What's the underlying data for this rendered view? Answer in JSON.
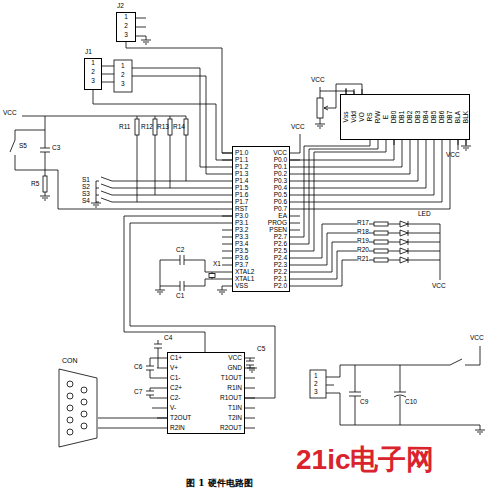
{
  "diagram": {
    "caption": "图 1 硬件电路图",
    "nodes": [
      {
        "text": [
          "J2",
          "1",
          "2",
          "3"
        ]
      },
      {
        "text": [
          "J1",
          "1",
          "2",
          "3"
        ]
      },
      {
        "text": [
          "P1.0",
          "P1.1",
          "P1.2",
          "P1.3",
          "P1.4",
          "P1.5",
          "P1.6",
          "P1.7",
          "RST",
          "P3.0",
          "P3.1",
          "P3.2",
          "P3.3",
          "P3.4",
          "P3.5",
          "P3.6",
          "P3.7",
          "XTAL2",
          "XTAL1",
          "VSS",
          "VCC",
          "P0.0",
          "P0.1",
          "P0.2",
          "P0.3",
          "P0.4",
          "P0.5",
          "P0.6",
          "P0.7",
          "EA",
          "PROG",
          "PSEN",
          "P2.7",
          "P2.6",
          "P2.5",
          "P2.4",
          "P2.3",
          "P2.2",
          "P2.1",
          "P2.0"
        ]
      },
      {
        "text": [
          "Vss",
          "Vdd",
          "VO",
          "RS",
          "R/W",
          "E",
          "DB0",
          "DB1",
          "DB2",
          "DB3",
          "DB4",
          "DB5",
          "DB6",
          "DB7",
          "BLA",
          "BLK"
        ]
      },
      {
        "text": [
          "C1+",
          "V+",
          "C1-",
          "C2+",
          "C2-",
          "V-",
          "T2OUT",
          "R2IN",
          "VCC",
          "GND",
          "T1OUT",
          "R1IN",
          "R1OUT",
          "T1IN",
          "T2IN",
          "R2OUT"
        ]
      },
      {
        "text": [
          "CON"
        ]
      }
    ],
    "edges": [
      {
        "from": 0,
        "to": 2,
        "arrow": "none"
      },
      {
        "from": 1,
        "to": 2,
        "arrow": "none"
      },
      {
        "from": 2,
        "to": 3,
        "arrow": "none"
      },
      {
        "from": 2,
        "to": 4,
        "arrow": "none"
      },
      {
        "from": 4,
        "to": 5,
        "arrow": "none"
      }
    ],
    "labels": [
      "VCC",
      "S5",
      "R5",
      "C3",
      "R11",
      "R12",
      "R13",
      "R14",
      "S1",
      "S2",
      "S3",
      "S4",
      "VCC",
      "VCC",
      "VCC",
      "R17",
      "R18",
      "R19",
      "R20",
      "R21",
      "LED",
      "VCC",
      "C2",
      "C1",
      "X1",
      "C4",
      "C5",
      "C6",
      "C7",
      "1",
      "2",
      "3",
      "C9",
      "C10",
      "VCC",
      "1",
      "2",
      "3",
      "21ic电子网"
    ]
  }
}
